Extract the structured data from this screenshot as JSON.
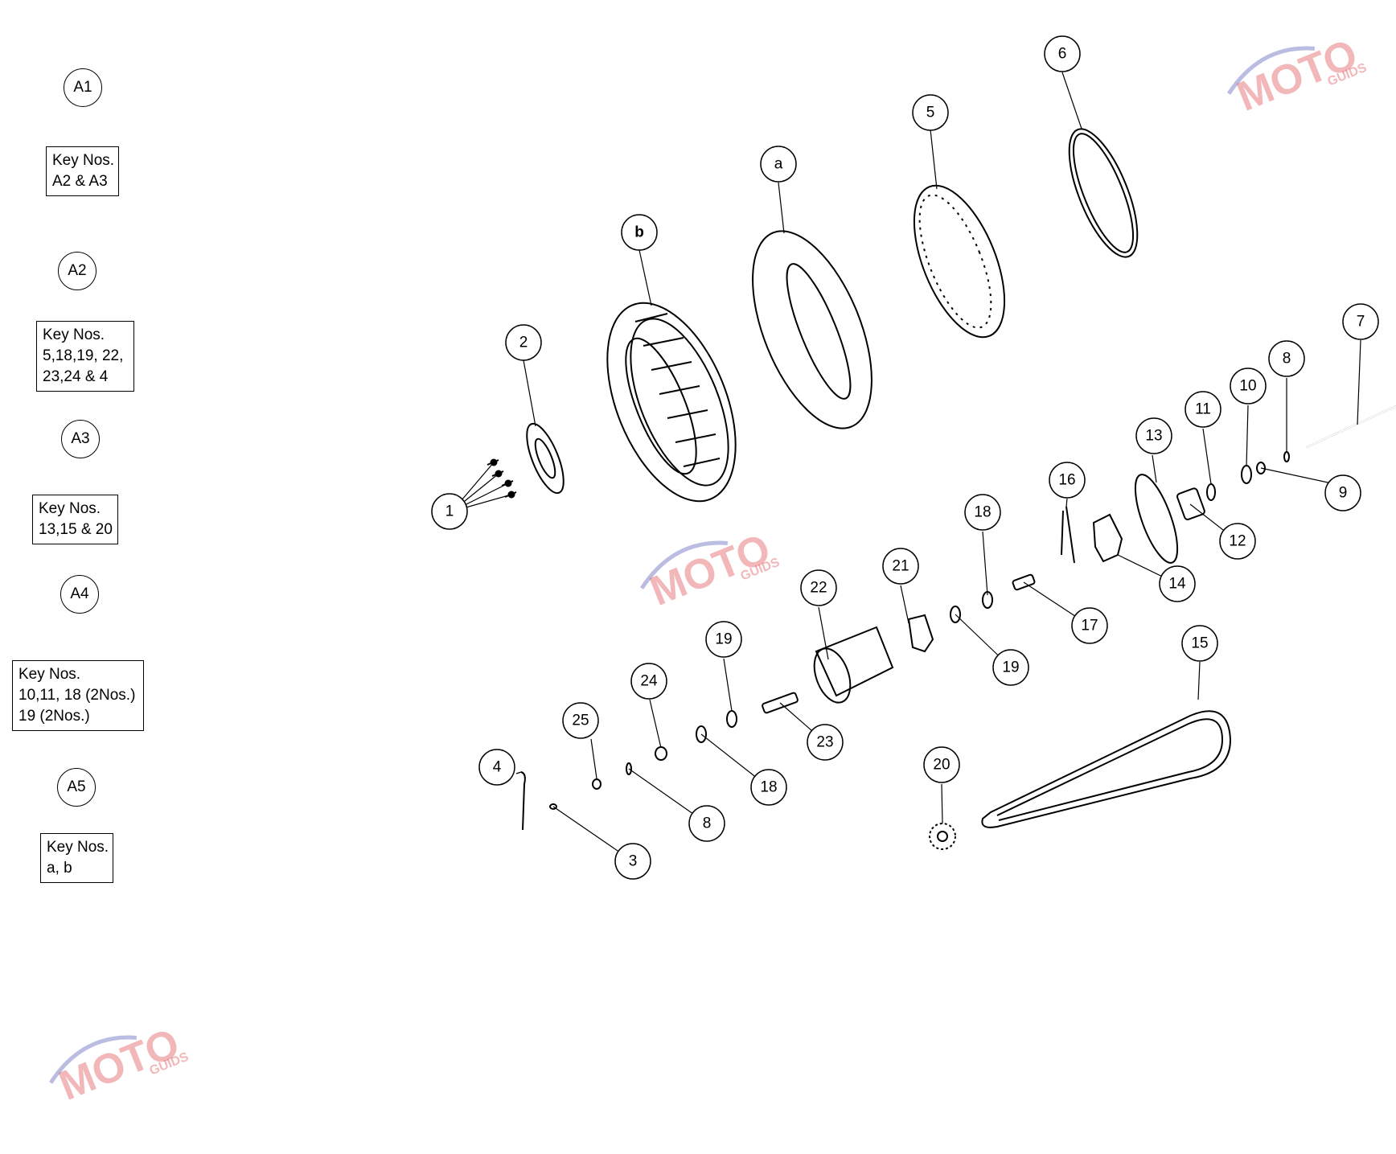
{
  "legend": [
    {
      "id": "A1",
      "lines": [
        "Key Nos.",
        "A2 & A3"
      ]
    },
    {
      "id": "A2",
      "lines": [
        "Key Nos.",
        "5,18,19, 22,",
        "23,24 & 4"
      ]
    },
    {
      "id": "A3",
      "lines": [
        "Key Nos.",
        "13,15 & 20"
      ]
    },
    {
      "id": "A4",
      "lines": [
        "Key Nos.",
        "10,11, 18 (2Nos.)",
        "19 (2Nos.)"
      ]
    },
    {
      "id": "A5",
      "lines": [
        "Key Nos.",
        "a, b"
      ]
    }
  ],
  "callouts": [
    "1",
    "2",
    "b",
    "a",
    "5",
    "6",
    "7",
    "8",
    "9",
    "10",
    "11",
    "12",
    "13",
    "14",
    "15",
    "16",
    "17",
    "18",
    "19",
    "20",
    "21",
    "22",
    "23",
    "24",
    "25",
    "4",
    "3",
    "8",
    "18",
    "19"
  ],
  "watermark": {
    "brand": "MOTO",
    "sub": "GUIDS",
    "color_red": "#d9343a",
    "color_blue": "#3a3fa8"
  }
}
